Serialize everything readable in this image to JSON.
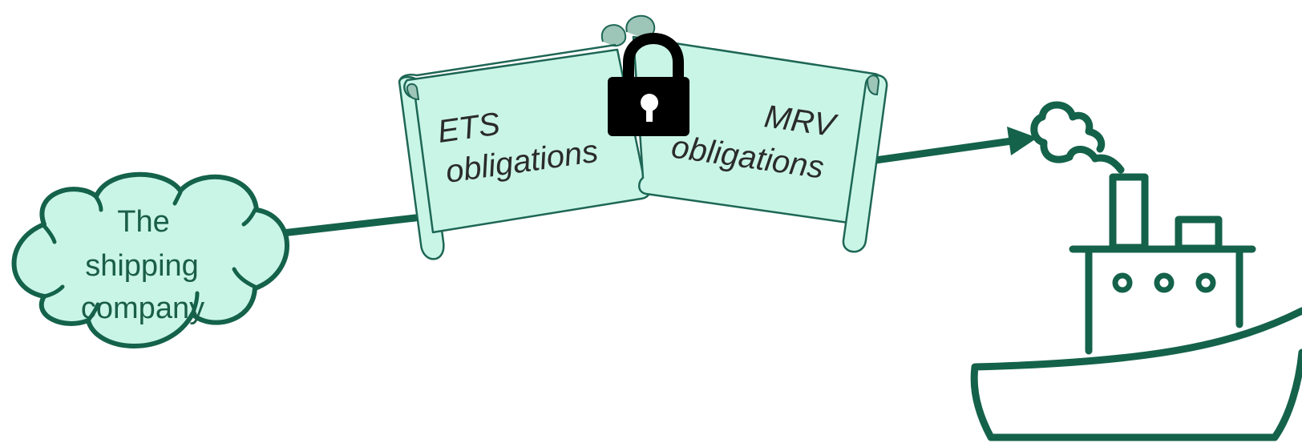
{
  "diagram": {
    "cloud_label_lines": [
      "The",
      "shipping",
      "company"
    ],
    "left_scroll_lines": [
      "ETS",
      "obligations"
    ],
    "right_scroll_lines": [
      "MRV",
      "obligations"
    ],
    "icons": {
      "cloud": "cloud-shape",
      "left_scroll": "scroll-document",
      "right_scroll": "scroll-document",
      "lock": "padlock-icon",
      "ship": "steamship-icon"
    },
    "colors": {
      "stroke_green": "#14624a",
      "fill_mint": "#c9f5e7",
      "scroll_outline": "#1e6655",
      "text_dark": "#2b2b2b",
      "lock_black": "#000000"
    }
  }
}
